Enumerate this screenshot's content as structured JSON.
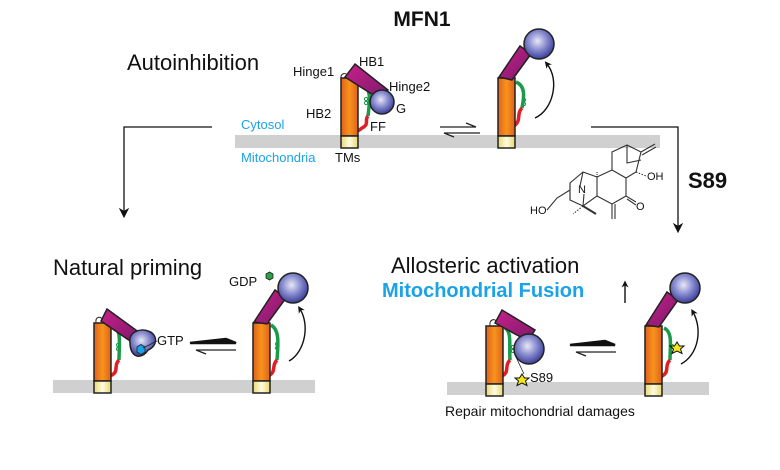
{
  "title": "MFN1",
  "states": {
    "autoinhibition": {
      "heading": "Autoinhibition",
      "labels": {
        "hinge1": "Hinge1",
        "hb1": "HB1",
        "hinge2": "Hinge2",
        "hb2": "HB2",
        "g": "G",
        "ff": "FF",
        "tms": "TMs"
      },
      "compartments": {
        "cytosol": "Cytosol",
        "mitochondria": "Mitochondria"
      }
    },
    "natural_priming": {
      "heading": "Natural priming",
      "labels": {
        "gtp": "GTP",
        "gdp": "GDP"
      }
    },
    "allosteric_activation": {
      "heading": "Allosteric activation",
      "outcome": "Mitochondrial Fusion",
      "compound_label": "S89",
      "footer": "Repair mitochondrial damages"
    }
  },
  "compound": {
    "name": "S89",
    "atoms": {
      "n": "N",
      "oh_top": "OH",
      "o_ketone": "O",
      "ho": "HO"
    }
  },
  "colors": {
    "hb2_orange": "#f07a1a",
    "hb1_magenta": "#b0207a",
    "g_domain": "#7b7fc6",
    "linker_green": "#1a9a4a",
    "linker_red": "#e01e25",
    "tm_yellow": "#f4f0a0",
    "membrane_gray": "#d0d0d0",
    "label_blue": "#1aa3e8",
    "gtp_cyan": "#1aa3e8",
    "gdp_green": "#2aa04a",
    "star_yellow": "#f5e61a"
  }
}
